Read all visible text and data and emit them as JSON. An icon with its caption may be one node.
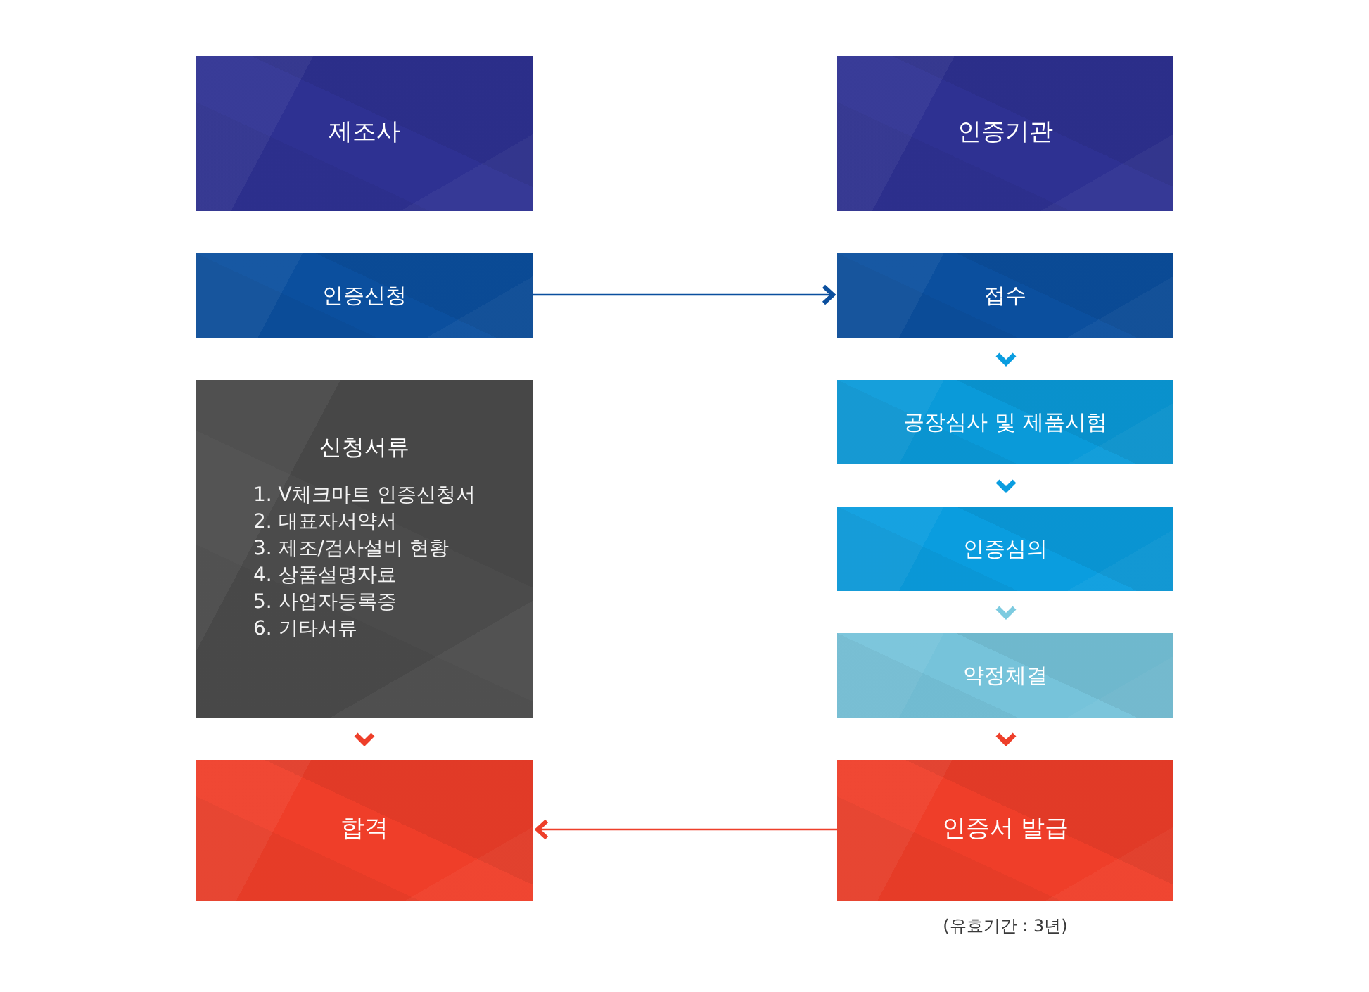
{
  "diagram": {
    "nodes": [
      {
        "text": [
          "제조사"
        ]
      },
      {
        "text": [
          "인증기관"
        ]
      },
      {
        "text": [
          "인증신청"
        ]
      },
      {
        "text": [
          "접수"
        ]
      },
      {
        "text": [
          "신청서류",
          "1. V체크마트 인증신청서",
          "2. 대표자서약서",
          "3. 제조/검사설비 현황",
          "4. 상품설명자료",
          "5. 사업자등록증",
          "6. 기타서류"
        ]
      },
      {
        "text": [
          "공장심사 및 제품시험"
        ]
      },
      {
        "text": [
          "인증심의"
        ]
      },
      {
        "text": [
          "약정체결"
        ]
      },
      {
        "text": [
          "합격"
        ]
      },
      {
        "text": [
          "인증서 발급"
        ],
        "beside": [
          "(유효기간 : 3년)"
        ]
      }
    ],
    "edges": [
      {
        "from": 2,
        "to": 3,
        "arrow": "to",
        "color": "#0b4f9e"
      },
      {
        "from": 3,
        "to": 5,
        "arrow": "to",
        "color": "#0a9de0"
      },
      {
        "from": 5,
        "to": 6,
        "arrow": "to",
        "color": "#0a9de0"
      },
      {
        "from": 6,
        "to": 7,
        "arrow": "to",
        "color": "#7dcbe0"
      },
      {
        "from": 7,
        "to": 9,
        "arrow": "to"
      },
      {
        "from": 4,
        "to": 8,
        "arrow": "to"
      },
      {
        "from": 9,
        "to": 8,
        "arrow": "to"
      }
    ]
  }
}
